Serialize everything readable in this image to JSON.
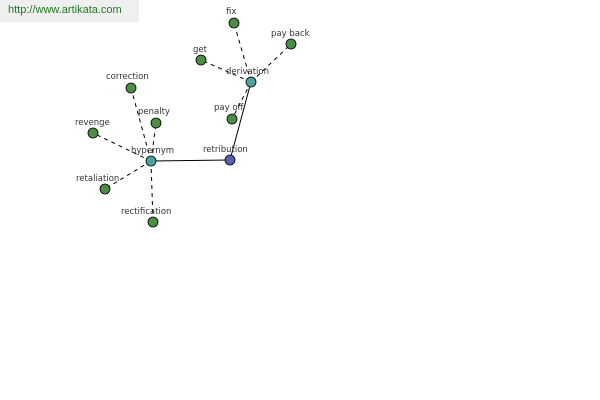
{
  "banner": {
    "text": "http://www.artikata.com"
  },
  "colors": {
    "leaf": "#4c8c44",
    "hub": "#4aa3a0",
    "root": "#5560b0",
    "banner_text": "#1f7a1f"
  },
  "graph": {
    "nodes": [
      {
        "id": "retribution",
        "label": "retribution",
        "kind": "root"
      },
      {
        "id": "hypernym",
        "label": "hypernym",
        "kind": "hub"
      },
      {
        "id": "derivation",
        "label": "derivation",
        "kind": "hub"
      },
      {
        "id": "correction",
        "label": "correction",
        "kind": "leaf"
      },
      {
        "id": "penalty",
        "label": "penalty",
        "kind": "leaf"
      },
      {
        "id": "revenge",
        "label": "revenge",
        "kind": "leaf"
      },
      {
        "id": "retaliation",
        "label": "retaliation",
        "kind": "leaf"
      },
      {
        "id": "rectification",
        "label": "rectification",
        "kind": "leaf"
      },
      {
        "id": "fix",
        "label": "fix",
        "kind": "leaf"
      },
      {
        "id": "get",
        "label": "get",
        "kind": "leaf"
      },
      {
        "id": "pay-back",
        "label": "pay back",
        "kind": "leaf"
      },
      {
        "id": "pay-off",
        "label": "pay off",
        "kind": "leaf"
      }
    ],
    "edges": [
      {
        "from": "retribution",
        "to": "hypernym",
        "style": "solid"
      },
      {
        "from": "retribution",
        "to": "derivation",
        "style": "solid"
      },
      {
        "from": "hypernym",
        "to": "correction",
        "style": "dashed"
      },
      {
        "from": "hypernym",
        "to": "penalty",
        "style": "dashed"
      },
      {
        "from": "hypernym",
        "to": "revenge",
        "style": "dashed"
      },
      {
        "from": "hypernym",
        "to": "retaliation",
        "style": "dashed"
      },
      {
        "from": "hypernym",
        "to": "rectification",
        "style": "dashed"
      },
      {
        "from": "derivation",
        "to": "fix",
        "style": "dashed"
      },
      {
        "from": "derivation",
        "to": "get",
        "style": "dashed"
      },
      {
        "from": "derivation",
        "to": "pay-back",
        "style": "dashed"
      },
      {
        "from": "derivation",
        "to": "pay-off",
        "style": "dashed"
      }
    ]
  }
}
